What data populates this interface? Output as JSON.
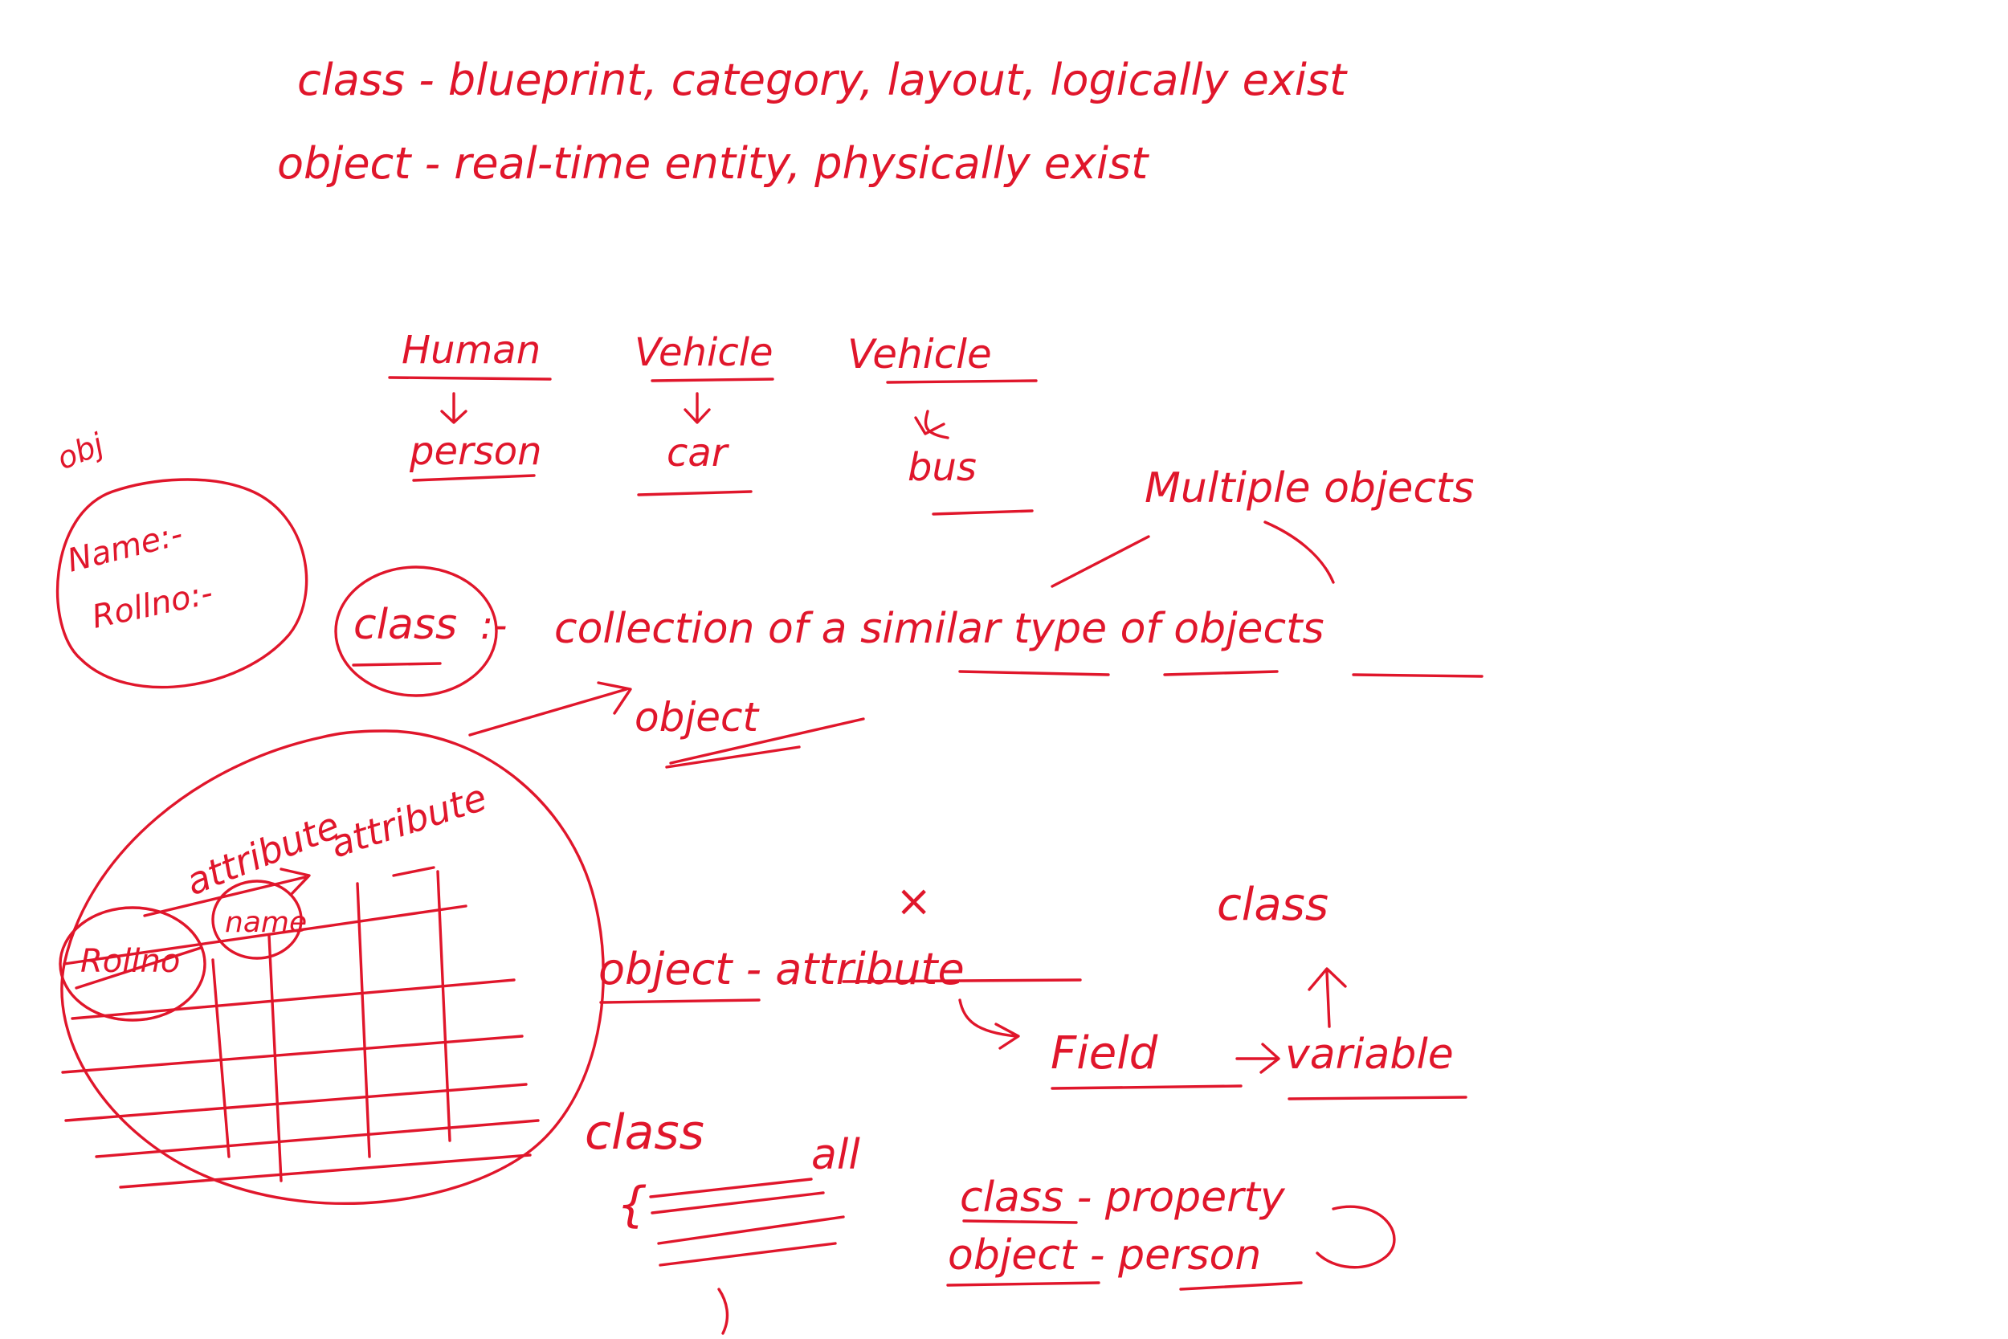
{
  "ink_color": "#e0162b",
  "background_color": "#ffffff",
  "notes": {
    "line1": "class - blueprint, category, layout, logically exist",
    "line2": "object - real-time entity, physically exist",
    "human": "Human",
    "person": "person",
    "vehicle1": "Vehicle",
    "car": "car",
    "vehicle2": "Vehicle",
    "bus": "bus",
    "obj_tag": "obj",
    "name": "Name:-",
    "rollno": "Rollno:-",
    "multiple_objects": "Multiple objects",
    "class_def_word": "class",
    "class_def_text": "collection of a similar type of objects",
    "object_word": "object",
    "attribute1": "attribute",
    "attribute2": "attribute",
    "rollno_cell": "Rollno",
    "name_cell": "name",
    "x_mark": "×",
    "object_attribute": "object - attribute",
    "class_top": "class",
    "field": "Field",
    "variable": "variable",
    "class_block": "class",
    "brace_open": "{",
    "brace_close": "}",
    "all": "all",
    "class_property": "class - property",
    "object_person": "object - person"
  }
}
